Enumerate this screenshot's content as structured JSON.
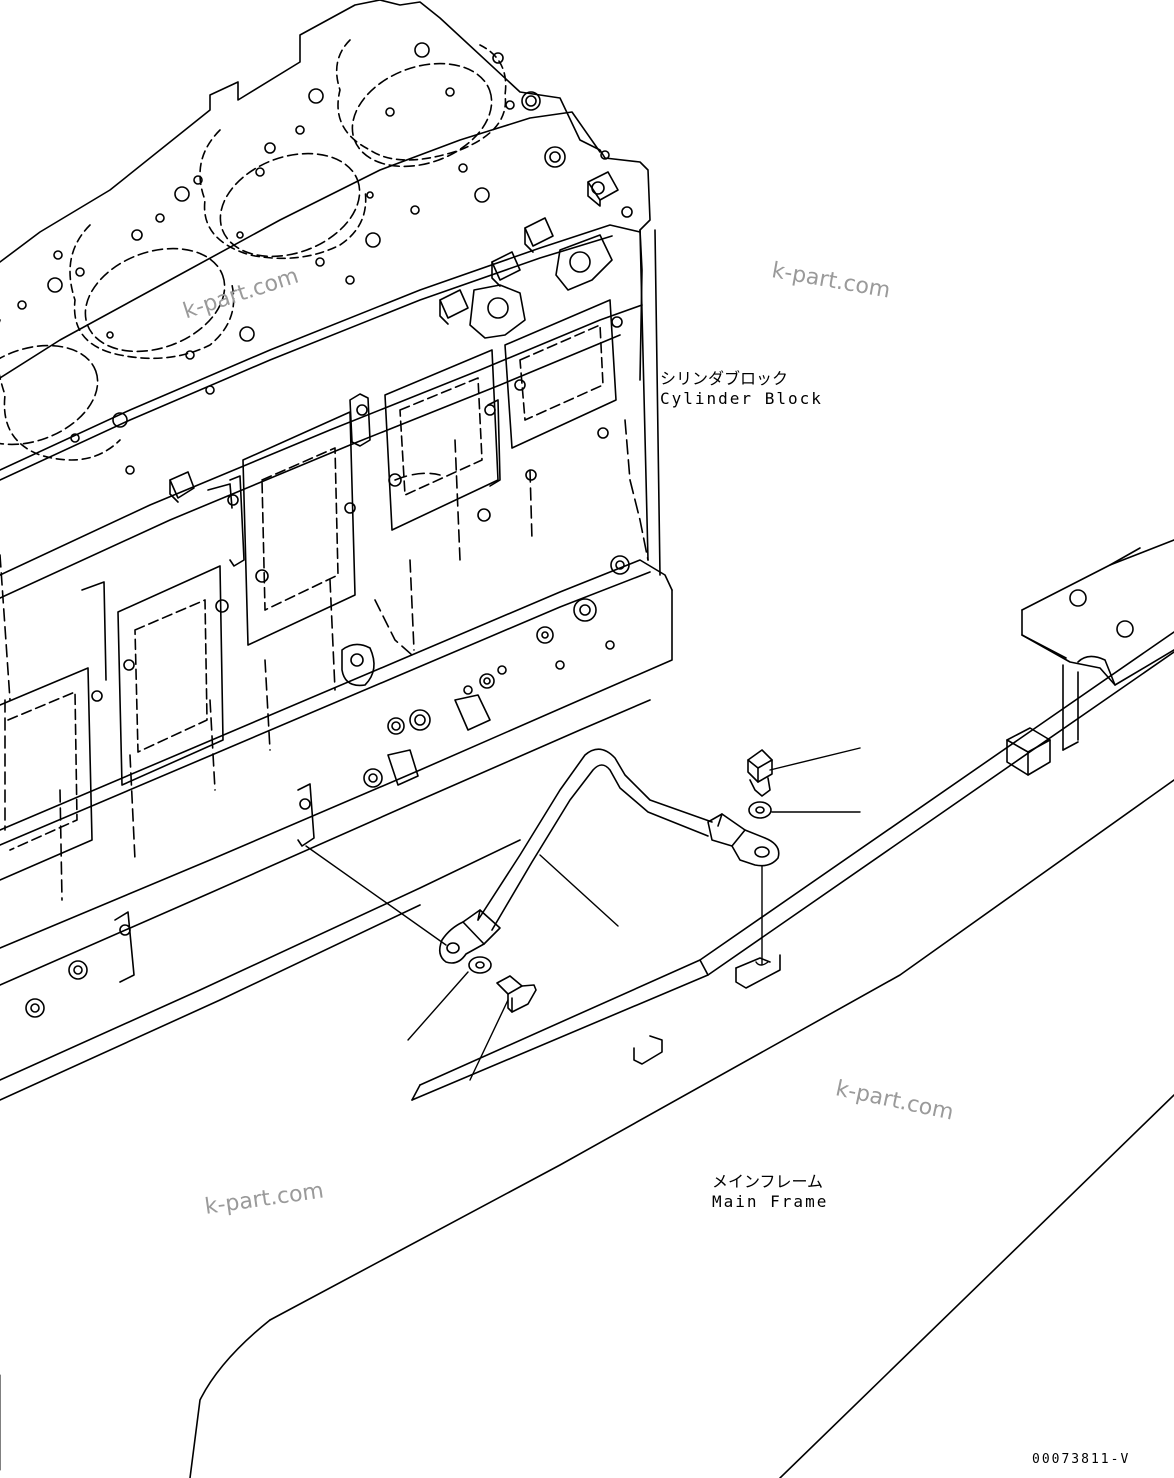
{
  "labels": {
    "cylinder_block": {
      "jp": "シリンダブロック",
      "en": "Cylinder Block"
    },
    "main_frame": {
      "jp": "メインフレーム",
      "en": "Main Frame"
    }
  },
  "watermarks": [
    "k-part.com",
    "k-part.com",
    "k-part.com",
    "k-part.com"
  ],
  "drawing_code": "00073811-V",
  "colors": {
    "line": "#000000",
    "watermark": "#9a9a9a",
    "background": "#ffffff"
  }
}
